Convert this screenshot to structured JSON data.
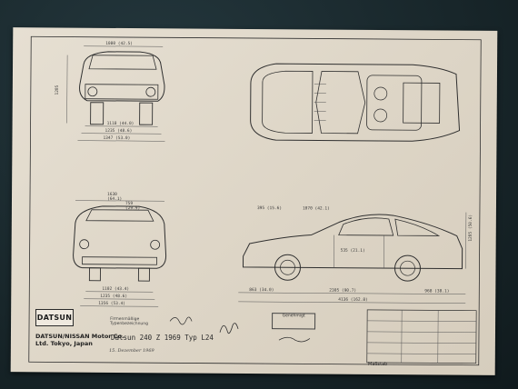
{
  "drawing": {
    "brand_logo": "DATSUN",
    "company_line1": "DATSUN/NISSAN Motor Co.",
    "company_line2": "Ltd. Tokyo, Japan",
    "model_label": "Datsun 240 Z 1969 Typ L24",
    "firm_label_1": "Firmenmäßige",
    "firm_label_2": "Typenbezeichnung",
    "stamp_label": "Genehmigt",
    "scale_label": "Maßstab",
    "sign_date": "15. Dezember 1969"
  },
  "dimensions": {
    "front_top": "1080 (42.5)",
    "front_mid1": "1118 (44.0)",
    "front_mid2": "1235 (48.6)",
    "front_mid3": "1347 (53.0)",
    "front_height": "1285",
    "rear_width1": "1630",
    "rear_width1b": "(64.1)",
    "rear_width2": "759",
    "rear_width2b": "(29.9)",
    "rear_bottom1": "1102 (43.4)",
    "rear_bottom2": "1235 (48.6)",
    "rear_bottom3": "1356 (53.4)",
    "side_top1": "395 (15.6)",
    "side_top2": "1070 (42.1)",
    "side_mid": "535 (21.1)",
    "side_front": "863 (34.0)",
    "side_wheelbase": "2305 (90.7)",
    "side_rear": "968 (38.1)",
    "side_total": "4136 (162.8)",
    "side_height": "1285 (50.6)"
  }
}
